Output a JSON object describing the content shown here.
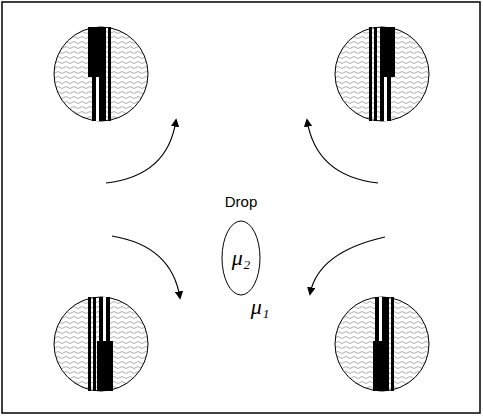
{
  "diagram": {
    "nodes": [
      {
        "text": [
          "Drop",
          "μ₂"
        ]
      }
    ],
    "labels": [
      "μ₁"
    ]
  }
}
